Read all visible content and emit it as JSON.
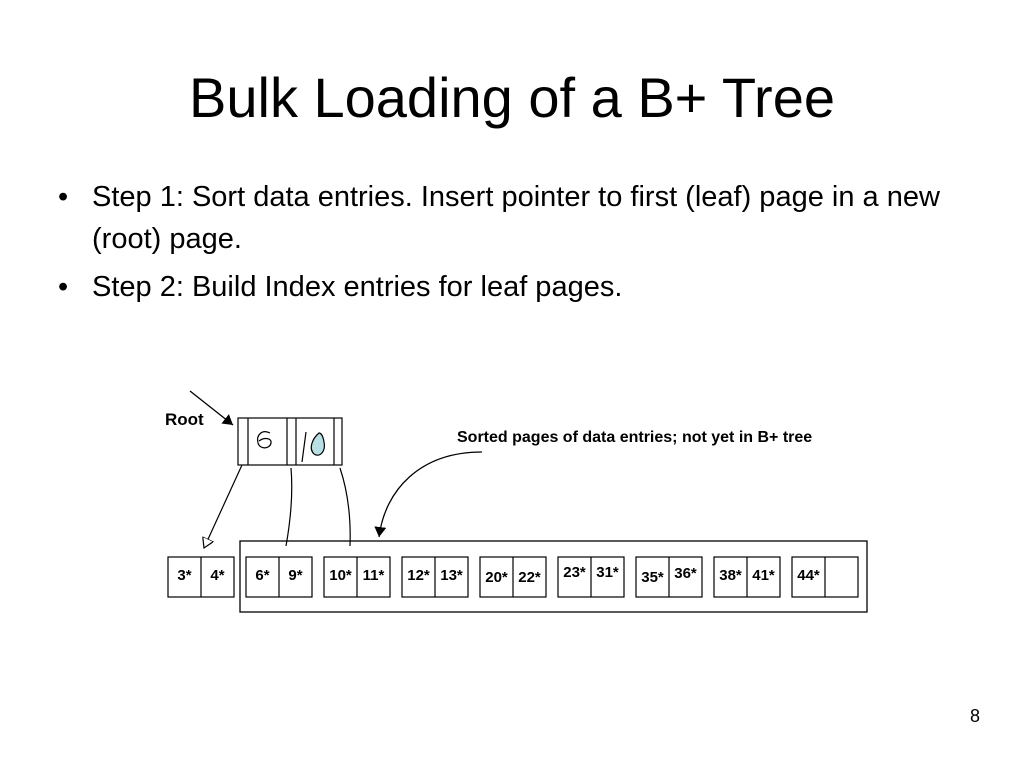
{
  "slide": {
    "title": "Bulk Loading of a B+ Tree",
    "bullets": [
      {
        "marker": "•",
        "text": "Step 1: Sort data entries. Insert pointer to first (leaf) page in a new (root) page."
      },
      {
        "marker": "•",
        "text": "Step 2: Build Index entries for leaf pages."
      }
    ],
    "page_number": "8"
  },
  "diagram": {
    "root_label": "Root",
    "sorted_label": "Sorted pages of data entries; not yet in B+ tree",
    "root_page": {
      "annotation": "6 / 10 (handwritten)"
    },
    "leaf_pages": [
      [
        "3*",
        "4*"
      ],
      [
        "6*",
        "9*"
      ],
      [
        "10*",
        "11*"
      ],
      [
        "12*",
        "13*"
      ],
      [
        "20*",
        "22*"
      ],
      [
        "23*",
        "31*"
      ],
      [
        "35*",
        "36*"
      ],
      [
        "38*",
        "41*"
      ],
      [
        "44*",
        ""
      ]
    ]
  }
}
